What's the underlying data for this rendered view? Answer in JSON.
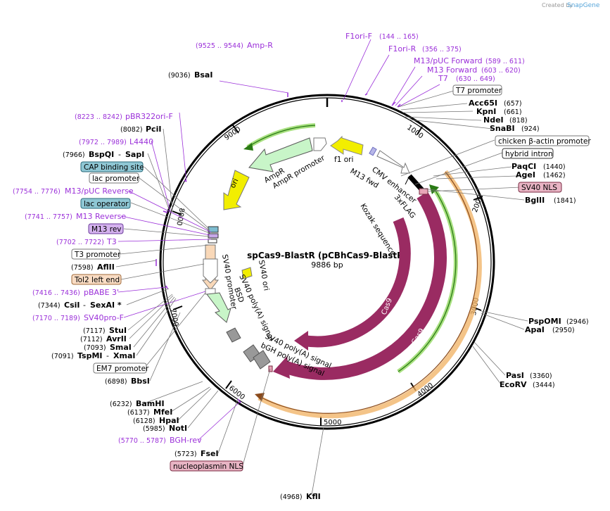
{
  "header": {
    "credit": "Created by",
    "brand": "SnapGene"
  },
  "map": {
    "title": "spCas9-BlastR (pCBhCas9-BlastR)",
    "size": "9886 bp",
    "ticks": [
      "1000",
      "2000",
      "3000",
      "4000",
      "5000",
      "6000",
      "7000",
      "8000",
      "9000"
    ]
  },
  "sites": [
    {
      "num": "(9036)",
      "name": "BsaI"
    },
    {
      "num": "(8082)",
      "name": "PciI"
    },
    {
      "num": "(7966)",
      "name": "BspQI",
      "extra": "SapI"
    },
    {
      "num": "(7598)",
      "name": "AflII"
    },
    {
      "num": "(7344)",
      "name": "CsiI",
      "extra": "SexAI *"
    },
    {
      "num": "(7117)",
      "name": "StuI"
    },
    {
      "num": "(7112)",
      "name": "AvrII"
    },
    {
      "num": "(7093)",
      "name": "SmaI"
    },
    {
      "num": "(7091)",
      "name": "TspMI",
      "extra": "XmaI"
    },
    {
      "num": "(6898)",
      "name": "BbsI"
    },
    {
      "num": "(6232)",
      "name": "BamHI"
    },
    {
      "num": "(6137)",
      "name": "MfeI"
    },
    {
      "num": "(6128)",
      "name": "HpaI"
    },
    {
      "num": "(5985)",
      "name": "NotI"
    },
    {
      "num": "(5723)",
      "name": "FseI"
    },
    {
      "num": "(4968)",
      "name": "KflI"
    },
    {
      "num": "(657)",
      "name": "Acc65I"
    },
    {
      "num": "(661)",
      "name": "KpnI"
    },
    {
      "num": "(818)",
      "name": "NdeI"
    },
    {
      "num": "(924)",
      "name": "SnaBI"
    },
    {
      "num": "(1440)",
      "name": "PaqCI"
    },
    {
      "num": "(1462)",
      "name": "AgeI"
    },
    {
      "num": "(1841)",
      "name": "BglII"
    },
    {
      "num": "(2946)",
      "name": "PspOMI"
    },
    {
      "num": "(2950)",
      "name": "ApaI"
    },
    {
      "num": "(3360)",
      "name": "PasI"
    },
    {
      "num": "(3444)",
      "name": "EcoRV"
    }
  ],
  "primers": [
    {
      "range": "(9525 .. 9544)",
      "name": "Amp-R"
    },
    {
      "name": "F1ori-F",
      "range": "(144 .. 165)"
    },
    {
      "name": "F1ori-R",
      "range": "(356 .. 375)"
    },
    {
      "name": "M13/pUC Forward",
      "range": "(589 .. 611)"
    },
    {
      "name": "M13 Forward",
      "range": "(603 .. 620)"
    },
    {
      "name": "T7",
      "range": "(630 .. 649)"
    },
    {
      "range": "(8223 .. 8242)",
      "name": "pBR322ori-F"
    },
    {
      "range": "(7972 .. 7989)",
      "name": "L4440"
    },
    {
      "range": "(7754 .. 7776)",
      "name": "M13/pUC Reverse"
    },
    {
      "range": "(7741 .. 7757)",
      "name": "M13 Reverse"
    },
    {
      "range": "(7702 .. 7722)",
      "name": "T3"
    },
    {
      "range": "(7416 .. 7436)",
      "name": "pBABE 3'"
    },
    {
      "range": "(7170 .. 7189)",
      "name": "SV40pro-F"
    },
    {
      "range": "(5770 .. 5787)",
      "name": "BGH-rev"
    }
  ],
  "boxed": [
    {
      "text": "T7 promoter",
      "style": "white"
    },
    {
      "text": "chicken β-actin promoter",
      "style": "white"
    },
    {
      "text": "hybrid intron",
      "style": "white"
    },
    {
      "text": "SV40 NLS",
      "style": "pink"
    },
    {
      "text": "CAP binding site",
      "style": "teal"
    },
    {
      "text": "lac promoter",
      "style": "white"
    },
    {
      "text": "lac operator",
      "style": "teal"
    },
    {
      "text": "M13 rev",
      "style": "purple"
    },
    {
      "text": "T3 promoter",
      "style": "white"
    },
    {
      "text": "Tol2 left end",
      "style": "peach"
    },
    {
      "text": "EM7 promoter",
      "style": "white"
    },
    {
      "text": "nucleoplasmin NLS",
      "style": "pink"
    }
  ],
  "features": [
    "f1 ori",
    "M13 fwd",
    "CMV enhancer",
    "3xFLAG",
    "Kozak sequence",
    "AmpR",
    "AmpR promoter",
    "ori",
    "SV40 promoter",
    "SV40 ori",
    "BSD",
    "SV40 poly(A) signal",
    "SV40 poly(A) signal",
    "bGH poly(A) signal",
    "Cas9",
    "Cas9"
  ],
  "colors": {
    "cas9": "#9a2b62",
    "ampr": "#c8f5c8",
    "ori": "#f2ee00",
    "f1ori": "#f2ee00",
    "primer": "#9b30d9",
    "orange": "#f0b060",
    "green": "#4aa82a"
  }
}
